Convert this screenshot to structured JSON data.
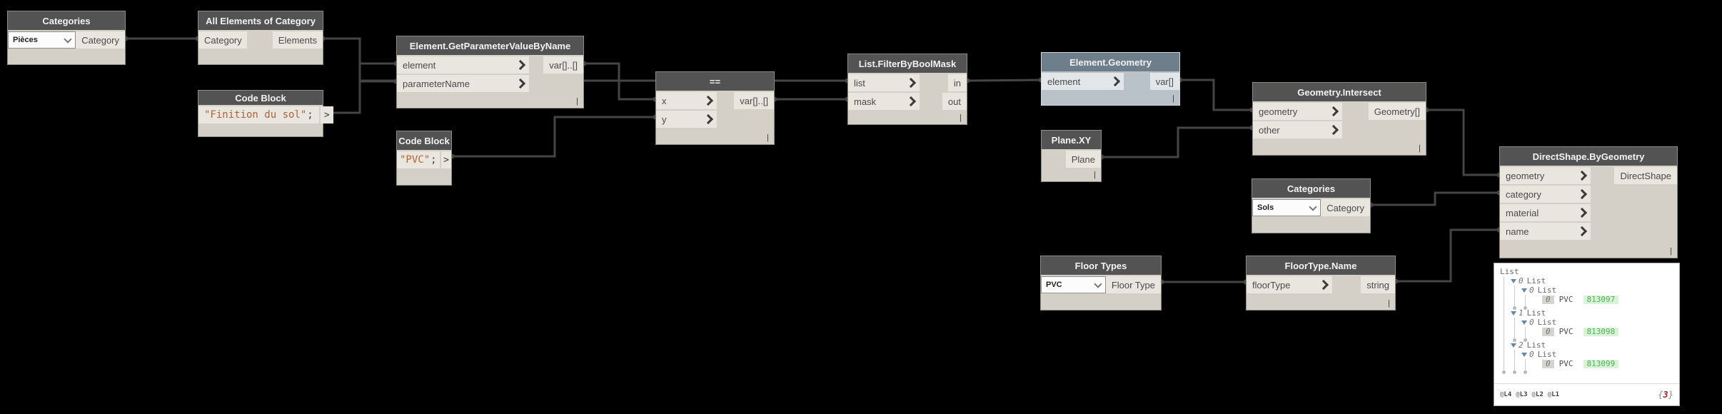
{
  "colors": {
    "canvas_bg": "#000000",
    "node_header": "#535353",
    "node_body": "#d4d0c8",
    "port_bg": "#e9e6e0",
    "selected_header": "#6e7e8a",
    "selected_body": "#b9c2c9",
    "wire": "#454545",
    "code_string": "#b06236",
    "preview_value_green": "#53af53",
    "preview_value_bg": "#d8f3d8",
    "count_red": "#9c2020"
  },
  "nodes": {
    "categoriesPieces": {
      "title": "Categories",
      "dropdown": "Pièces",
      "output": "Category"
    },
    "allElements": {
      "title": "All Elements of Category",
      "input": "Category",
      "output": "Elements"
    },
    "codeBlockFinition": {
      "title": "Code Block",
      "code": "\"Finition du sol\"",
      "suffix": ";",
      "output": ">"
    },
    "codeBlockPvc": {
      "title": "Code Block",
      "code": "\"PVC\"",
      "suffix": ";",
      "output": ">"
    },
    "getParam": {
      "title": "Element.GetParameterValueByName",
      "inputs": [
        "element",
        "parameterName"
      ],
      "output": "var[]..[]",
      "lacing": "|"
    },
    "equals": {
      "title": "==",
      "inputs": [
        "x",
        "y"
      ],
      "output": "var[]..[]",
      "lacing": "|"
    },
    "filter": {
      "title": "List.FilterByBoolMask",
      "inputs": [
        "list",
        "mask"
      ],
      "outputs": [
        "in",
        "out"
      ],
      "lacing": "|"
    },
    "elementGeometry": {
      "title": "Element.Geometry",
      "input": "element",
      "output": "var[]",
      "lacing": "|"
    },
    "planeXY": {
      "title": "Plane.XY",
      "output": "Plane",
      "lacing": "|"
    },
    "geometryIntersect": {
      "title": "Geometry.Intersect",
      "inputs": [
        "geometry",
        "other"
      ],
      "output": "Geometry[]",
      "lacing": "|"
    },
    "categoriesSols": {
      "title": "Categories",
      "dropdown": "Sols",
      "output": "Category"
    },
    "floorTypes": {
      "title": "Floor Types",
      "dropdown": "PVC",
      "output": "Floor Type"
    },
    "floorTypeName": {
      "title": "FloorType.Name",
      "input": "floorType",
      "output": "string",
      "lacing": "|"
    },
    "directShape": {
      "title": "DirectShape.ByGeometry",
      "inputs": [
        "geometry",
        "category",
        "material",
        "name"
      ],
      "output": "DirectShape",
      "lacing": "|"
    }
  },
  "preview": {
    "rows": [
      {
        "label": "List"
      },
      {
        "index": "0",
        "label": "List"
      },
      {
        "index": "0",
        "label": "List"
      },
      {
        "index": "0",
        "key": "PVC",
        "value": "813097"
      },
      {
        "index": "1",
        "label": "List"
      },
      {
        "index": "0",
        "label": "List"
      },
      {
        "index": "0",
        "key": "PVC",
        "value": "813098"
      },
      {
        "index": "2",
        "label": "List"
      },
      {
        "index": "0",
        "label": "List"
      },
      {
        "index": "0",
        "key": "PVC",
        "value": "813099"
      }
    ],
    "levels": [
      {
        "prefix": "@",
        "label": "L4"
      },
      {
        "prefix": "@",
        "label": "L3"
      },
      {
        "prefix": "@",
        "label": "L2"
      },
      {
        "prefix": "@",
        "label": "L1"
      }
    ],
    "count": {
      "open": "{",
      "value": "3",
      "close": "}"
    }
  }
}
